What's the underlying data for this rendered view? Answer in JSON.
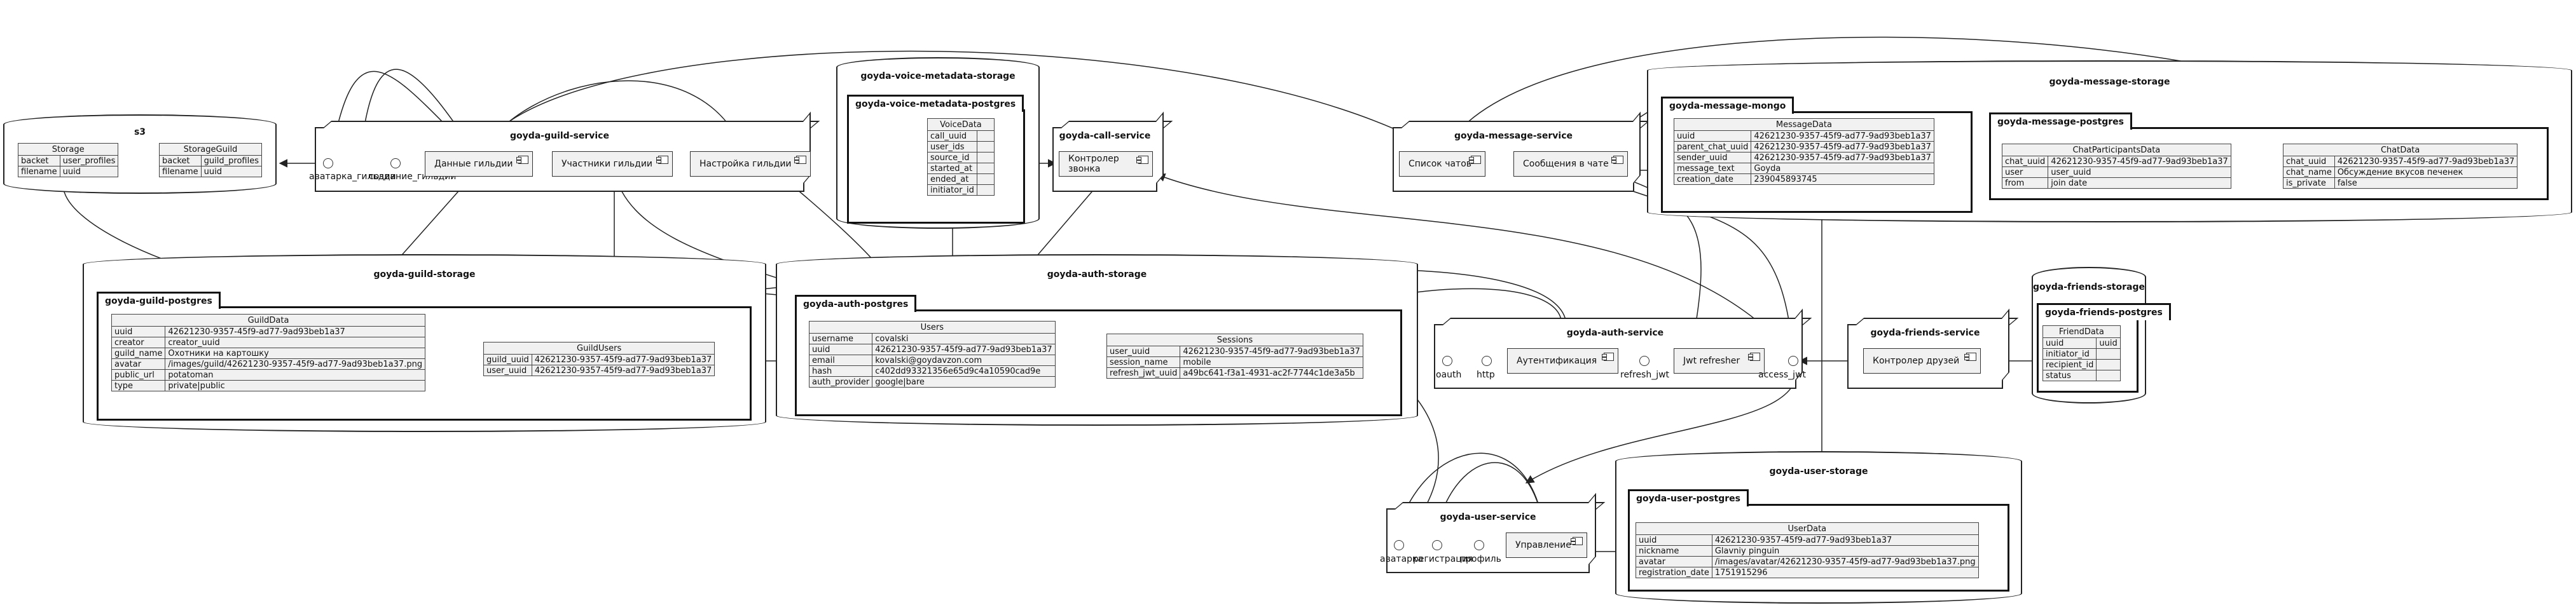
{
  "s3": {
    "title": "s3",
    "storage": {
      "name": "Storage",
      "rows": [
        [
          "backet",
          "user_profiles"
        ],
        [
          "filename",
          "uuid"
        ]
      ]
    },
    "guild": {
      "name": "StorageGuild",
      "rows": [
        [
          "backet",
          "guild_profiles"
        ],
        [
          "filename",
          "uuid"
        ]
      ]
    }
  },
  "guild_service": {
    "title": "goyda-guild-service",
    "comp_data": "Данные гильдии",
    "comp_members": "Участники гильдии",
    "comp_settings": "Настройка гильдии",
    "iface_avatar": "аватарка_гильдии",
    "iface_create": "создание_гильдии"
  },
  "voice_meta": {
    "title": "goyda-voice-metadata-storage",
    "pkg": "goyda-voice-metadata-postgres",
    "table": {
      "name": "VoiceData",
      "rows": [
        [
          "call_uuid",
          ""
        ],
        [
          "user_ids",
          ""
        ],
        [
          "source_id",
          ""
        ],
        [
          "started_at",
          ""
        ],
        [
          "ended_at",
          ""
        ],
        [
          "initiator_id",
          ""
        ]
      ]
    }
  },
  "call_service": {
    "title": "goyda-call-service",
    "comp": "Контролер звонка"
  },
  "message_service": {
    "title": "goyda-message-service",
    "comp_list": "Список чатов",
    "comp_msgs": "Сообщения в чате"
  },
  "message_storage": {
    "title": "goyda-message-storage",
    "mongo_pkg": "goyda-message-mongo",
    "message": {
      "name": "MessageData",
      "rows": [
        [
          "uuid",
          "42621230-9357-45f9-ad77-9ad93beb1a37"
        ],
        [
          "parent_chat_uuid",
          "42621230-9357-45f9-ad77-9ad93beb1a37"
        ],
        [
          "sender_uuid",
          "42621230-9357-45f9-ad77-9ad93beb1a37"
        ],
        [
          "message_text",
          "Goyda"
        ],
        [
          "creation_date",
          "239045893745"
        ]
      ]
    },
    "pg_pkg": "goyda-message-postgres",
    "participants": {
      "name": "ChatParticipantsData",
      "rows": [
        [
          "chat_uuid",
          "42621230-9357-45f9-ad77-9ad93beb1a37"
        ],
        [
          "user",
          "user_uuid"
        ],
        [
          "from",
          "join date"
        ]
      ]
    },
    "chat": {
      "name": "ChatData",
      "rows": [
        [
          "chat_uuid",
          "42621230-9357-45f9-ad77-9ad93beb1a37"
        ],
        [
          "chat_name",
          "Обсуждение вкусов печенек"
        ],
        [
          "is_private",
          "false"
        ]
      ]
    }
  },
  "guild_storage": {
    "title": "goyda-guild-storage",
    "pkg": "goyda-guild-postgres",
    "guild": {
      "name": "GuildData",
      "rows": [
        [
          "uuid",
          "42621230-9357-45f9-ad77-9ad93beb1a37"
        ],
        [
          "creator",
          "creator_uuid"
        ],
        [
          "guild_name",
          "Охотники на картошку"
        ],
        [
          "avatar",
          "/images/guild/42621230-9357-45f9-ad77-9ad93beb1a37.png"
        ],
        [
          "public_url",
          "potatoman"
        ],
        [
          "type",
          "private|public"
        ]
      ]
    },
    "users": {
      "name": "GuildUsers",
      "rows": [
        [
          "guild_uuid",
          "42621230-9357-45f9-ad77-9ad93beb1a37"
        ],
        [
          "user_uuid",
          "42621230-9357-45f9-ad77-9ad93beb1a37"
        ]
      ]
    }
  },
  "auth_storage": {
    "title": "goyda-auth-storage",
    "pkg": "goyda-auth-postgres",
    "users": {
      "name": "Users",
      "rows": [
        [
          "username",
          "covalski"
        ],
        [
          "uuid",
          "42621230-9357-45f9-ad77-9ad93beb1a37"
        ],
        [
          "email",
          "kovalski@goydavzon.com"
        ],
        [
          "hash",
          "c402dd93321356e65d9c4a10590cad9e"
        ],
        [
          "auth_provider",
          "google|bare"
        ]
      ]
    },
    "sessions": {
      "name": "Sessions",
      "rows": [
        [
          "user_uuid",
          "42621230-9357-45f9-ad77-9ad93beb1a37"
        ],
        [
          "session_name",
          "mobile"
        ],
        [
          "refresh_jwt_uuid",
          "a49bc641-f3a1-4931-ac2f-7744c1de3a5b"
        ]
      ]
    }
  },
  "auth_service": {
    "title": "goyda-auth-service",
    "comp_auth": "Аутентификация",
    "comp_jwt": "Jwt refresher",
    "iface_oauth": "oauth",
    "iface_http": "http",
    "iface_refresh": "refresh_jwt",
    "iface_access": "access_jwt"
  },
  "friends_service": {
    "title": "goyda-friends-service",
    "comp": "Контролер друзей"
  },
  "friends_storage": {
    "title": "goyda-friends-storage",
    "pkg": "goyda-friends-postgres",
    "table": {
      "name": "FriendData",
      "rows": [
        [
          "uuid",
          "uuid"
        ],
        [
          "initiator_id",
          ""
        ],
        [
          "recipient_id",
          ""
        ],
        [
          "status",
          ""
        ]
      ]
    }
  },
  "user_service": {
    "title": "goyda-user-service",
    "comp": "Управление",
    "iface_avatar": "аватарка",
    "iface_reg": "регистрация",
    "iface_profile": "профиль"
  },
  "user_storage": {
    "title": "goyda-user-storage",
    "pkg": "goyda-user-postgres",
    "table": {
      "name": "UserData",
      "rows": [
        [
          "uuid",
          "42621230-9357-45f9-ad77-9ad93beb1a37"
        ],
        [
          "nickname",
          "Glavniy pinguin"
        ],
        [
          "avatar",
          "/images/avatar/42621230-9357-45f9-ad77-9ad93beb1a37.png"
        ],
        [
          "registration_date",
          "1751915296"
        ]
      ]
    }
  },
  "colors": {
    "line": "#222222",
    "fill": "#f1f1f1"
  }
}
